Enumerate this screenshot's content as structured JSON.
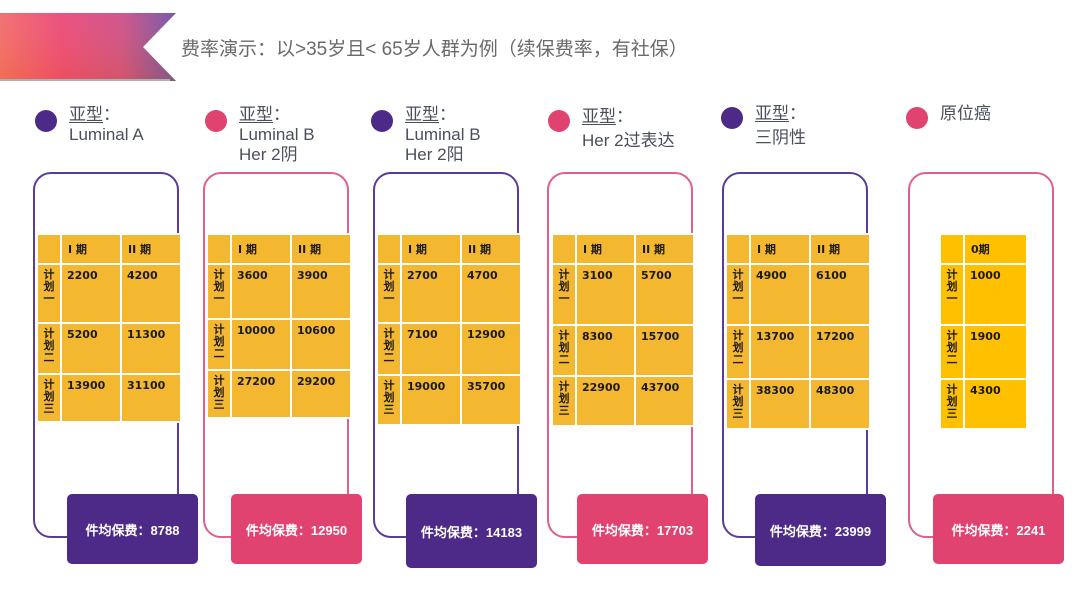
{
  "header": {
    "title": "费率演示：以>35岁且< 65岁人群为例（续保费率，有社保）"
  },
  "colors": {
    "purple": "#4e2a88",
    "pink": "#e0436f",
    "table_fill": "#f4b830",
    "table_fill_zero": "#ffc000"
  },
  "panels": [
    {
      "label_head": "亚型",
      "label_colon": "：",
      "label_lines": [
        "Luminal A"
      ],
      "columns": [
        "",
        "I 期",
        "II 期"
      ],
      "rows": [
        {
          "plan": "计划一",
          "values": [
            "2200",
            "4200"
          ]
        },
        {
          "plan": "计划二",
          "values": [
            "5200",
            "11300"
          ]
        },
        {
          "plan": "计划三",
          "values": [
            "13900",
            "31100"
          ]
        }
      ],
      "fee_label": "件均保费：8788"
    },
    {
      "label_head": "亚型",
      "label_colon": "：",
      "label_lines": [
        "Luminal B",
        "Her 2阴"
      ],
      "columns": [
        "",
        "I 期",
        "II 期"
      ],
      "rows": [
        {
          "plan": "计划一",
          "values": [
            "3600",
            "3900"
          ]
        },
        {
          "plan": "计划二",
          "values": [
            "10000",
            "10600"
          ]
        },
        {
          "plan": "计划三",
          "values": [
            "27200",
            "29200"
          ]
        }
      ],
      "fee_label": "件均保费：12950"
    },
    {
      "label_head": "亚型",
      "label_colon": "：",
      "label_lines": [
        "Luminal B",
        "Her 2阳"
      ],
      "columns": [
        "",
        "I 期",
        "II 期"
      ],
      "rows": [
        {
          "plan": "计划一",
          "values": [
            "2700",
            "4700"
          ]
        },
        {
          "plan": "计划二",
          "values": [
            "7100",
            "12900"
          ]
        },
        {
          "plan": "计划三",
          "values": [
            "19000",
            "35700"
          ]
        }
      ],
      "fee_label": "件均保费：14183"
    },
    {
      "label_head": "亚型",
      "label_colon": "：",
      "label_lines": [
        "Her 2过表达"
      ],
      "columns": [
        "",
        "I 期",
        "II 期"
      ],
      "rows": [
        {
          "plan": "计划一",
          "values": [
            "3100",
            "5700"
          ]
        },
        {
          "plan": "计划二",
          "values": [
            "8300",
            "15700"
          ]
        },
        {
          "plan": "计划三",
          "values": [
            "22900",
            "43700"
          ]
        }
      ],
      "fee_label": "件均保费：17703"
    },
    {
      "label_head": "亚型",
      "label_colon": "：",
      "label_lines": [
        "三阴性"
      ],
      "columns": [
        "",
        "I 期",
        "II 期"
      ],
      "rows": [
        {
          "plan": "计划一",
          "values": [
            "4900",
            "6100"
          ]
        },
        {
          "plan": "计划二",
          "values": [
            "13700",
            "17200"
          ]
        },
        {
          "plan": "计划三",
          "values": [
            "38300",
            "48300"
          ]
        }
      ],
      "fee_label": "件均保费：23999"
    },
    {
      "label_head": "原位癌",
      "label_colon": "",
      "label_lines": [],
      "columns": [
        "",
        "0期"
      ],
      "rows": [
        {
          "plan": "计划一",
          "values": [
            "1000"
          ]
        },
        {
          "plan": "计划二",
          "values": [
            "1900"
          ]
        },
        {
          "plan": "计划三",
          "values": [
            "4300"
          ]
        }
      ],
      "fee_label": "件均保费：2241"
    }
  ]
}
